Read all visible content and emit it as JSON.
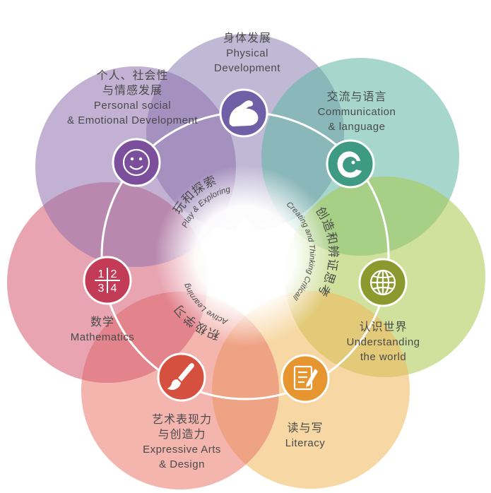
{
  "areas": [
    {
      "id": "physical",
      "cn": "身体发展",
      "en": [
        "Physical",
        "Development"
      ],
      "color": "#8a7fb5",
      "icon": "flexed-arm-icon"
    },
    {
      "id": "communication",
      "cn": "交流与语言",
      "en": [
        "Communication",
        "& language"
      ],
      "color": "#5fb7a3",
      "icon": "speech-face-icon"
    },
    {
      "id": "world",
      "cn": "认识世界",
      "en": [
        "Understanding",
        "the world"
      ],
      "color": "#a9c84d",
      "icon": "globe-icon"
    },
    {
      "id": "literacy",
      "cn": "读与写",
      "en": [
        "Literacy"
      ],
      "color": "#f1b85a",
      "icon": "writing-pad-icon"
    },
    {
      "id": "arts",
      "cn": [
        "艺术表现力",
        "与创造力"
      ],
      "en": [
        "Expressive Arts",
        "& Design"
      ],
      "color": "#e9786b",
      "icon": "paintbrush-icon"
    },
    {
      "id": "math",
      "cn": "数学",
      "en": [
        "Mathematics"
      ],
      "color": "#d65a6f",
      "icon": "numbers-grid-icon"
    },
    {
      "id": "personal",
      "cn": [
        "个人、社会性",
        "与情感发展"
      ],
      "en": [
        "Personal social",
        "& Emotional Development"
      ],
      "color": "#8f71ad",
      "icon": "smiley-face-icon"
    }
  ],
  "math_digits": [
    "1",
    "2",
    "3",
    "4"
  ],
  "characteristics": [
    {
      "id": "play",
      "cn": "玩和探索",
      "en": "Play & Exploring"
    },
    {
      "id": "creating",
      "cn": "创造和辨证思考",
      "en": "Creating and Thinking Critically"
    },
    {
      "id": "active",
      "cn": "积极学习",
      "en": "Active Learning"
    }
  ]
}
